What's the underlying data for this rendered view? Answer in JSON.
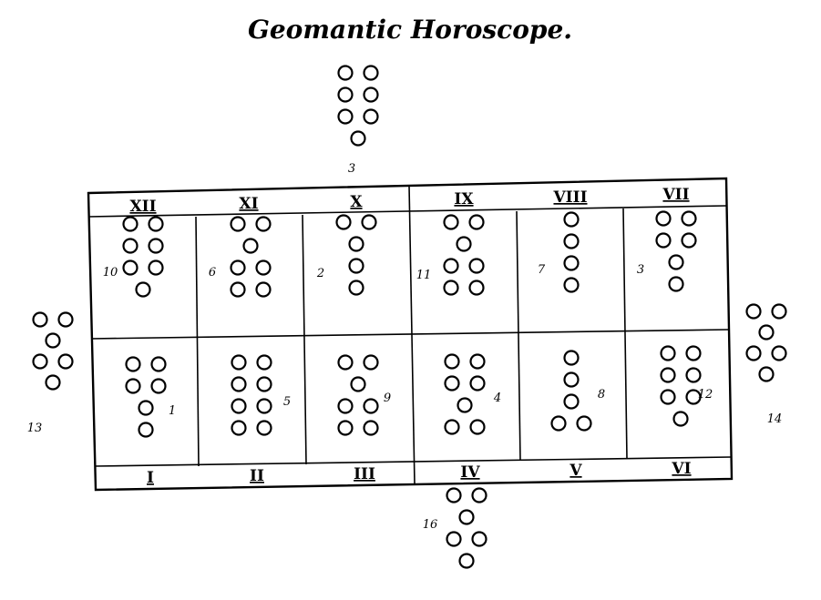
{
  "title": "Geomantic Horoscope.",
  "houses_top": [
    "XII",
    "XI",
    "X",
    "IX",
    "VIII",
    "VII"
  ],
  "houses_bottom": [
    "I",
    "II",
    "III",
    "IV",
    "V",
    "VI"
  ],
  "figures": [
    {
      "name": "figure-3",
      "label": "3",
      "rows": [
        2,
        2,
        2,
        1
      ]
    },
    {
      "name": "figure-10",
      "label": "10",
      "rows": [
        2,
        2,
        2,
        1
      ]
    },
    {
      "name": "figure-6",
      "label": "6",
      "rows": [
        2,
        1,
        2,
        2
      ]
    },
    {
      "name": "figure-2",
      "label": "2",
      "rows": [
        2,
        1,
        1,
        1
      ]
    },
    {
      "name": "figure-11",
      "label": "11",
      "rows": [
        2,
        1,
        2,
        2
      ]
    },
    {
      "name": "figure-7",
      "label": "7",
      "rows": [
        1,
        1,
        1,
        1
      ]
    },
    {
      "name": "figure-3b",
      "label": "3",
      "rows": [
        2,
        2,
        1,
        1
      ]
    },
    {
      "name": "figure-1",
      "label": "1",
      "rows": [
        2,
        2,
        1,
        1
      ]
    },
    {
      "name": "figure-5",
      "label": "5",
      "rows": [
        2,
        2,
        2,
        2
      ]
    },
    {
      "name": "figure-9",
      "label": "9",
      "rows": [
        2,
        1,
        2,
        2
      ]
    },
    {
      "name": "figure-4",
      "label": "4",
      "rows": [
        2,
        2,
        1,
        2
      ]
    },
    {
      "name": "figure-8",
      "label": "8",
      "rows": [
        1,
        1,
        1,
        2
      ]
    },
    {
      "name": "figure-12",
      "label": "12",
      "rows": [
        2,
        2,
        2,
        1
      ]
    },
    {
      "name": "figure-13",
      "label": "13",
      "rows": [
        2,
        1,
        2,
        1
      ]
    },
    {
      "name": "figure-14",
      "label": "14",
      "rows": [
        2,
        1,
        2,
        1
      ]
    },
    {
      "name": "figure-16",
      "label": "16",
      "rows": [
        2,
        1,
        2,
        1
      ]
    }
  ]
}
